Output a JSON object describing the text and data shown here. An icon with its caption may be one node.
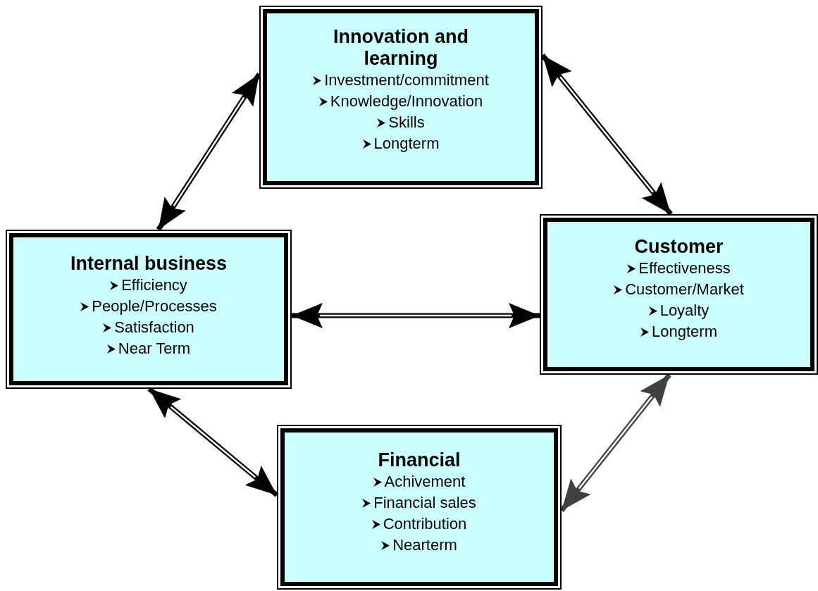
{
  "diagram": {
    "nodes": [
      {
        "text": [
          "Innovation and learning",
          "Investment/commitment",
          "Knowledge/Innovation",
          "Skills",
          "Longterm"
        ]
      },
      {
        "text": [
          "Internal business",
          "Efficiency",
          "People/Processes",
          "Satisfaction",
          "Near Term"
        ]
      },
      {
        "text": [
          "Customer",
          "Effectiveness",
          "Customer/Market",
          "Loyalty",
          "Longterm"
        ]
      },
      {
        "text": [
          "Financial",
          "Achivement",
          "Financial sales",
          "Contribution",
          "Nearterm"
        ]
      }
    ],
    "edges": [
      {
        "from": 1,
        "to": 0,
        "arrow": "both"
      },
      {
        "from": 0,
        "to": 2,
        "arrow": "both"
      },
      {
        "from": 1,
        "to": 2,
        "arrow": "both"
      },
      {
        "from": 1,
        "to": 3,
        "arrow": "both"
      },
      {
        "from": 3,
        "to": 2,
        "arrow": "both",
        "color": "#404040"
      }
    ]
  }
}
